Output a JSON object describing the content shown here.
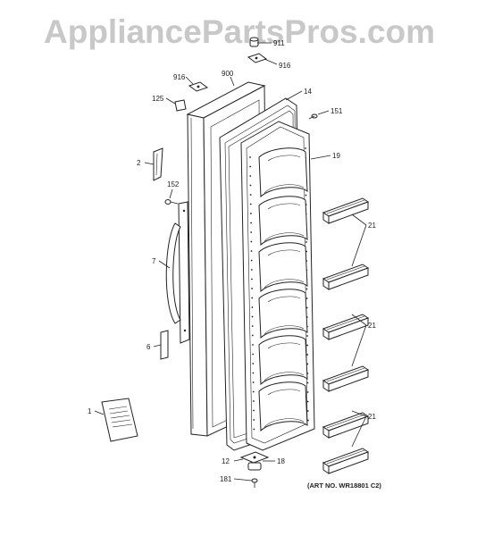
{
  "watermark": "AppliancePartsPros.com",
  "art_number": "(ART NO. WR18801 C2)",
  "callouts": {
    "p911": "911",
    "p916a": "916",
    "p916b": "916",
    "p900": "900",
    "p14": "14",
    "p125": "125",
    "p151": "151",
    "p19": "19",
    "p2": "2",
    "p152": "152",
    "p21a": "21",
    "p7": "7",
    "p21b": "21",
    "p6": "6",
    "p21c": "21",
    "p1": "1",
    "p12": "12",
    "p18": "18",
    "p181": "181"
  }
}
